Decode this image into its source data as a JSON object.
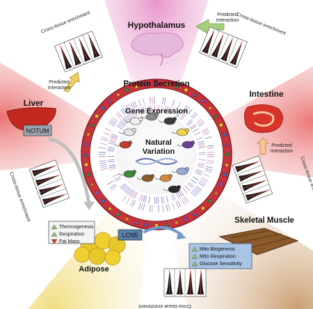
{
  "center": {
    "outer_label": "Protein Secretion",
    "inner_label": "Gene Expression",
    "core_label_line1": "Natural",
    "core_label_line2": "Variation"
  },
  "tissues": {
    "hypothalamus": "Hypothalamus",
    "intestine": "Intestine",
    "liver": "Liver",
    "adipose": "Adipose",
    "skeletal_muscle": "Skeletal Muscle"
  },
  "genes": {
    "notum": "NOTUM",
    "lcn5": "LCN5"
  },
  "predicted_interaction": {
    "line1": "Predicted",
    "line2": "Interaction"
  },
  "cross_tissue_label": "Cross-tissue enrichment",
  "adipose_effects": [
    {
      "arrow": "up",
      "text": "Thermogenesis"
    },
    {
      "arrow": "up",
      "text": "Respiration"
    },
    {
      "arrow": "down",
      "text": "Fat Mass"
    }
  ],
  "muscle_effects": [
    {
      "arrow": "up",
      "text": "Mito Biogenesis"
    },
    {
      "arrow": "up",
      "text": "Mito Respiration"
    },
    {
      "arrow": "up",
      "text": "Glucose Sensitivity"
    }
  ],
  "colors": {
    "hypothalamus_bg": "#e7a6cf",
    "intestine_bg": "#e98a8a",
    "liver_bg": "#e97a7a",
    "adipose_bg": "#f2e29a",
    "muscle_bg": "#d6b48e",
    "ring_red": "#c8323a",
    "up_arrow": "#8fbf6a",
    "down_arrow": "#d43a2a"
  }
}
